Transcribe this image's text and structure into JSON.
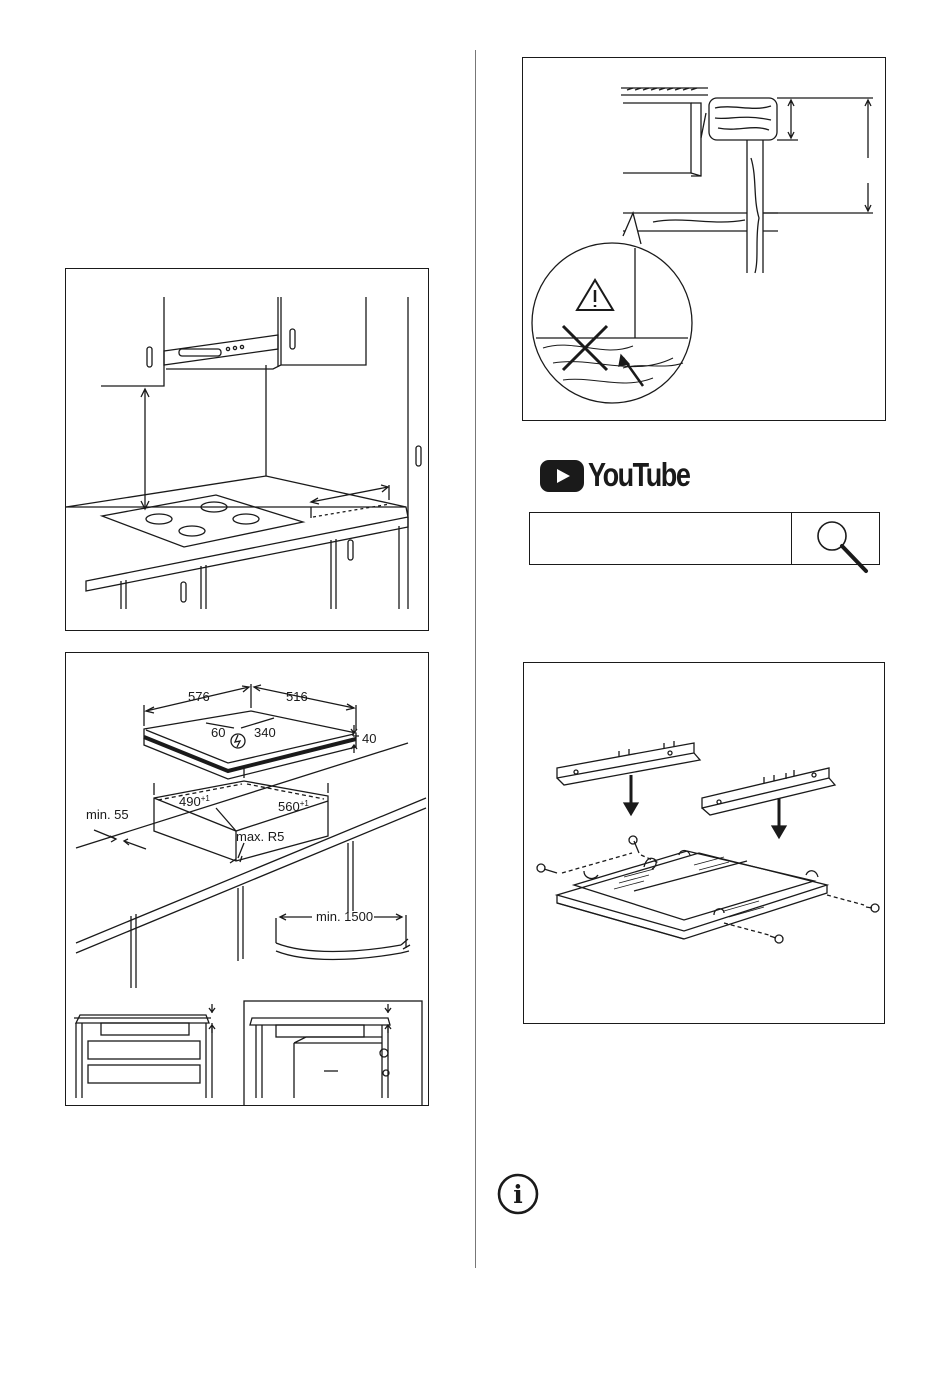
{
  "kitchen_figure": {},
  "cutout_figure": {
    "dimensions": {
      "width": "576",
      "depth": "516",
      "height": "40",
      "cable_offset": "60",
      "cable_span": "340",
      "cutout_width": "490",
      "cutout_width_tol": "+1",
      "cutout_depth": "560",
      "cutout_depth_tol": "+1",
      "front_min": "min. 55",
      "corner_radius": "max. R5",
      "cable_min": "min. 1500"
    }
  },
  "worktop_figure": {},
  "youtube": {
    "wordmark": "YouTube",
    "icon": "play-icon"
  },
  "search": {
    "icon": "magnifier-icon"
  },
  "bracket_figure": {},
  "info": {
    "icon": "info-icon",
    "glyph": "i"
  }
}
